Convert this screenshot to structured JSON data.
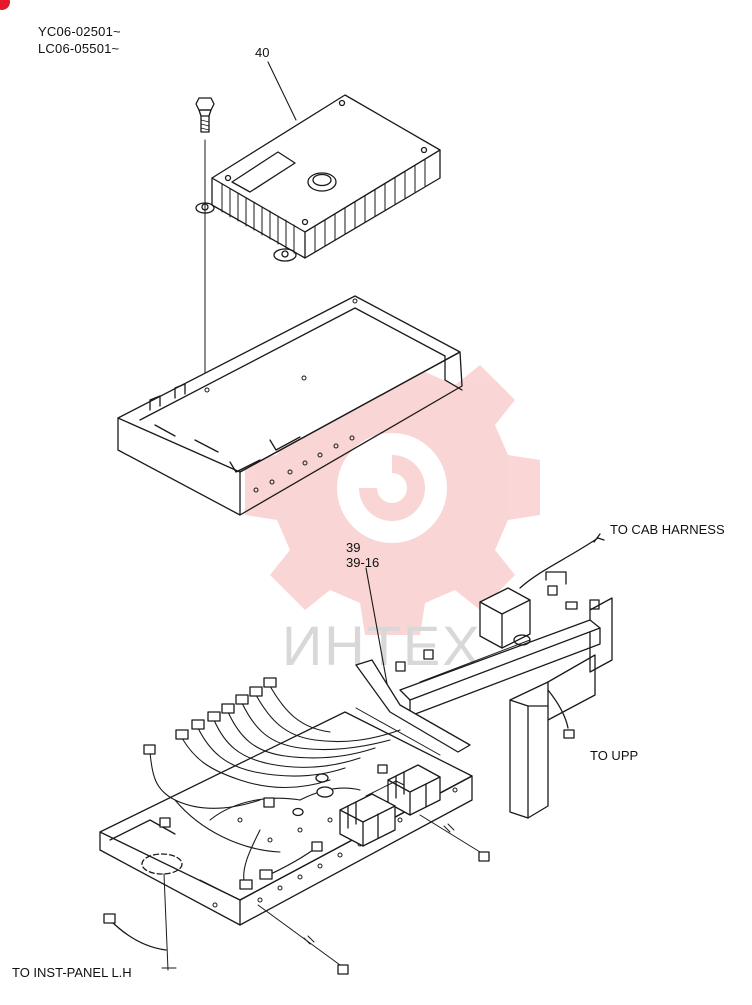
{
  "serials": [
    "YC06-02501~",
    "LC06-05501~"
  ],
  "callouts": {
    "part_40": "40",
    "part_39": "39",
    "part_39_16": "39-16"
  },
  "destinations": {
    "cab_harness": "TO CAB HARNESS",
    "upp": "TO UPP",
    "inst_panel": "TO INST-PANEL L.H"
  },
  "watermark": {
    "text": "ИНТЕХ",
    "color": "#f06a6a"
  },
  "colors": {
    "line": "#1a1a1a",
    "accent": "#e3182d"
  }
}
